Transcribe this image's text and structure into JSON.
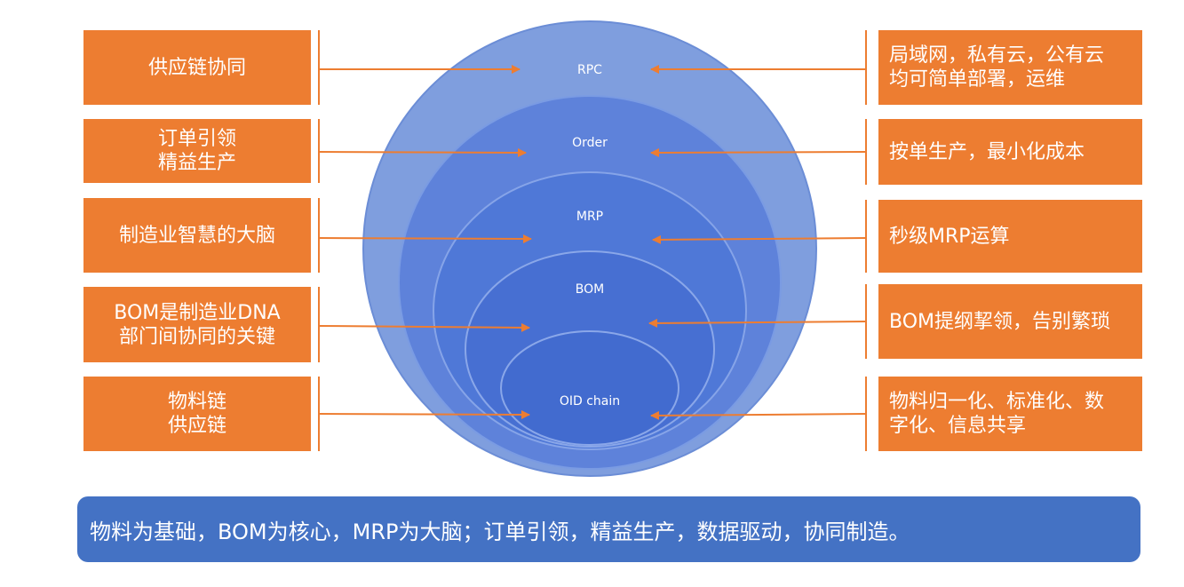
{
  "layers": [
    {
      "label": "RPC"
    },
    {
      "label": "Order"
    },
    {
      "label": "MRP"
    },
    {
      "label": "BOM"
    },
    {
      "label": "OID chain"
    }
  ],
  "left_boxes": [
    "供应链协同",
    "订单引领\n精益生产",
    "制造业智慧的大脑",
    "BOM是制造业DNA\n部门间协同的关键",
    "物料链\n供应链"
  ],
  "right_boxes": [
    "局域网，私有云，公有云\n均可简单部署，运维",
    "按单生产，最小化成本",
    "秒级MRP运算",
    "BOM提纲挈领，告别繁琐",
    "物料归一化、标准化、数\n字化、信息共享"
  ],
  "banner": "物料为基础，BOM为核心，MRP为大脑；订单引领，精益生产，数据驱动，协同制造。",
  "colors": {
    "orange": "#ed7d31",
    "blue": "#4472c4"
  }
}
